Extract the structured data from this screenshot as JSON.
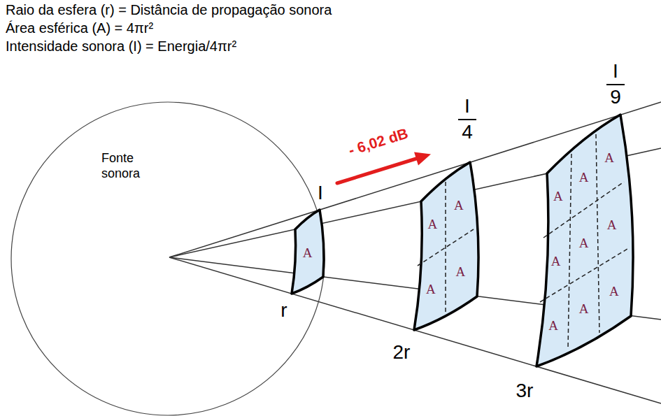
{
  "diagram": {
    "nodes": [
      {
        "text": [
          "Fonte sonora"
        ]
      },
      {
        "text": [
          "A"
        ]
      },
      {
        "text": [
          "A",
          "A",
          "A",
          "A"
        ]
      },
      {
        "text": [
          "A",
          "A",
          "A",
          "A",
          "A",
          "A",
          "A",
          "A",
          "A"
        ]
      }
    ],
    "labels": [
      "Raio da esfera (r) = Distância de propagação sonora",
      "Área esférica (A) = 4πr²",
      "Intensidade sonora (I) = Energia/4πr²",
      "I",
      "r",
      "- 6,02 dB",
      "I",
      "4",
      "2r",
      "I",
      "9",
      "3r"
    ]
  }
}
